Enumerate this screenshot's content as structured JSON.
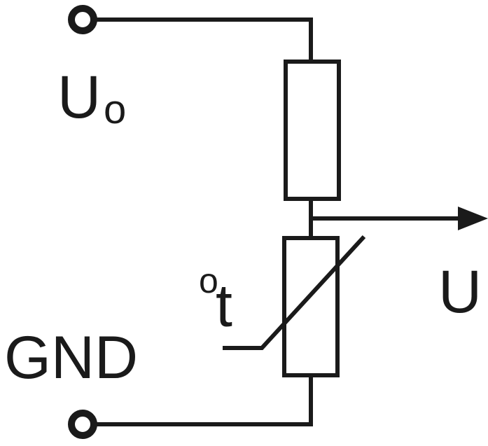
{
  "labels": {
    "supply_main": "U",
    "supply_sub": "o",
    "output": "U",
    "ground": "GND",
    "temp_degree": "o",
    "temp_t": "t"
  },
  "colors": {
    "ink": "#1a1a1a",
    "background": "#ffffff"
  },
  "components": {
    "fixed_resistor": "resistor",
    "thermistor": "thermistor-ntc",
    "supply_terminal": "terminal-circle",
    "ground_terminal": "terminal-circle",
    "output_arrow": "arrow-right"
  }
}
